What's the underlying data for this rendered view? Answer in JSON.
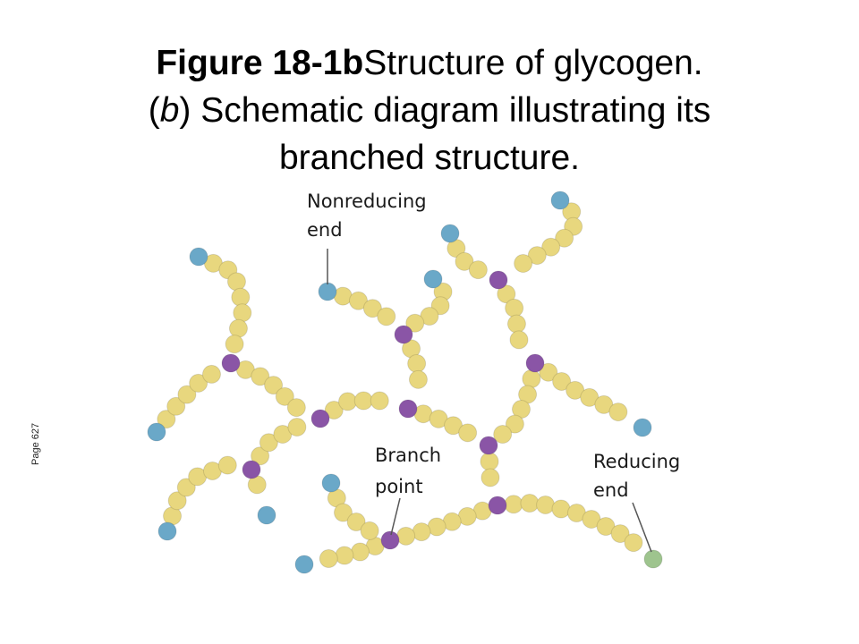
{
  "title": {
    "figure_number": "Figure 18-1b",
    "line1": "Structure of glycogen.",
    "line2_paren": "b",
    "line2_rest": " Schematic diagram illustrating its",
    "line3": "branched structure."
  },
  "page_note": "Page 627",
  "labels": {
    "nonreducing_line1": "Nonreducing",
    "nonreducing_line2": "end",
    "branch_line1": "Branch",
    "branch_line2": "point",
    "reducing_line1": "Reducing",
    "reducing_line2": "end"
  },
  "colors": {
    "glucose_residue": "#e8d77e",
    "branch_point": "#8a55a6",
    "nonreducing_end": "#6aa8c8",
    "reducing_end": "#9ec48e",
    "leader_line": "#555555"
  }
}
